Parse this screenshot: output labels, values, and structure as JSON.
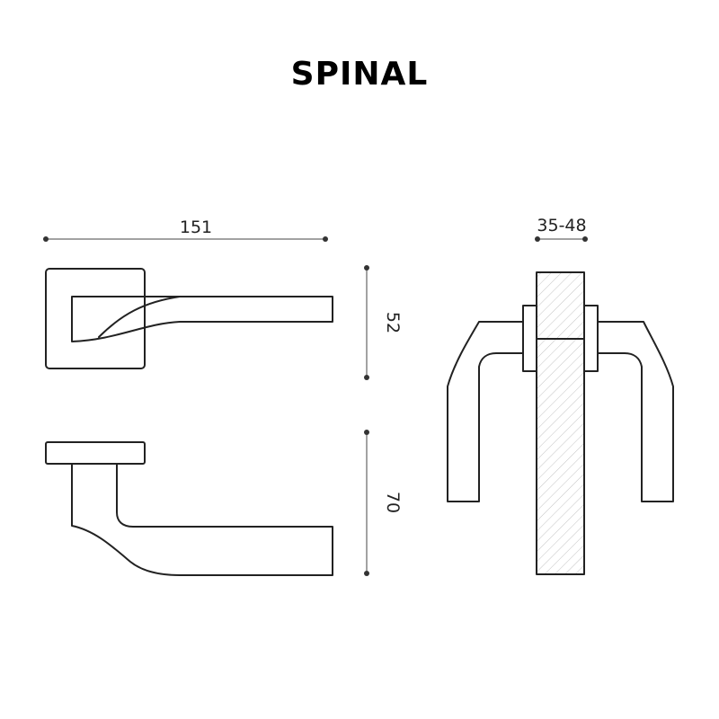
{
  "title": "SPINAL",
  "dimensions": {
    "length": "151",
    "rose_height": "52",
    "projection": "70",
    "door_thickness": "35-48"
  },
  "colors": {
    "line": "#222222",
    "hatch": "#b5b5b5",
    "background": "#ffffff"
  }
}
